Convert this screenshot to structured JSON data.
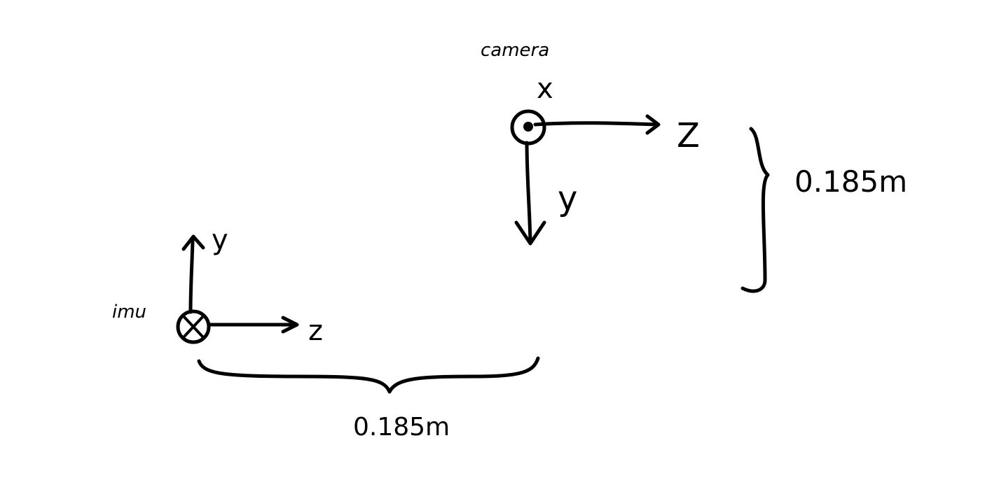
{
  "camera_frame": {
    "name": "camera",
    "x_axis": "x",
    "y_axis": "y",
    "z_axis": "Z"
  },
  "imu_frame": {
    "name": "imu",
    "y_axis": "y",
    "z_axis": "z"
  },
  "vertical_offset": "0.185m",
  "horizontal_offset": "0.185m"
}
